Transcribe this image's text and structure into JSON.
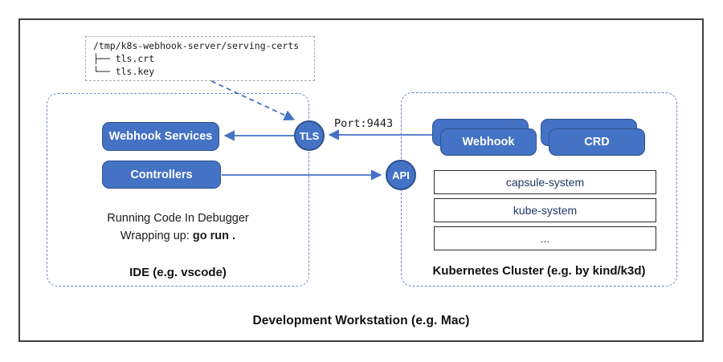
{
  "workstation_label": "Development Workstation (e.g. Mac)",
  "certs_box": {
    "path": "/tmp/k8s-webhook-server/serving-certs",
    "file_1": "├── tls.crt",
    "file_2": "└── tls.key"
  },
  "ide": {
    "label": "IDE (e.g. vscode)",
    "webhook_services_label": "Webhook Services",
    "controllers_label": "Controllers",
    "note_line1": "Running Code In Debugger",
    "note_line2_prefix": "Wrapping up: ",
    "note_line2_command": "go run ."
  },
  "cluster": {
    "label": "Kubernetes Cluster (e.g. by kind/k3d)",
    "webhook_label": "Webhook",
    "crd_label": "CRD",
    "namespaces": [
      "capsule-system",
      "kube-system",
      "..."
    ]
  },
  "connectors": {
    "tls_label": "TLS",
    "api_label": "API",
    "port_label": "Port:9443"
  },
  "colors": {
    "node_fill": "#4472C4",
    "node_border": "#2F528F",
    "dashed_group_border": "#6F89C2",
    "namespace_text": "#1F3864",
    "arrow": "#4472C4"
  }
}
